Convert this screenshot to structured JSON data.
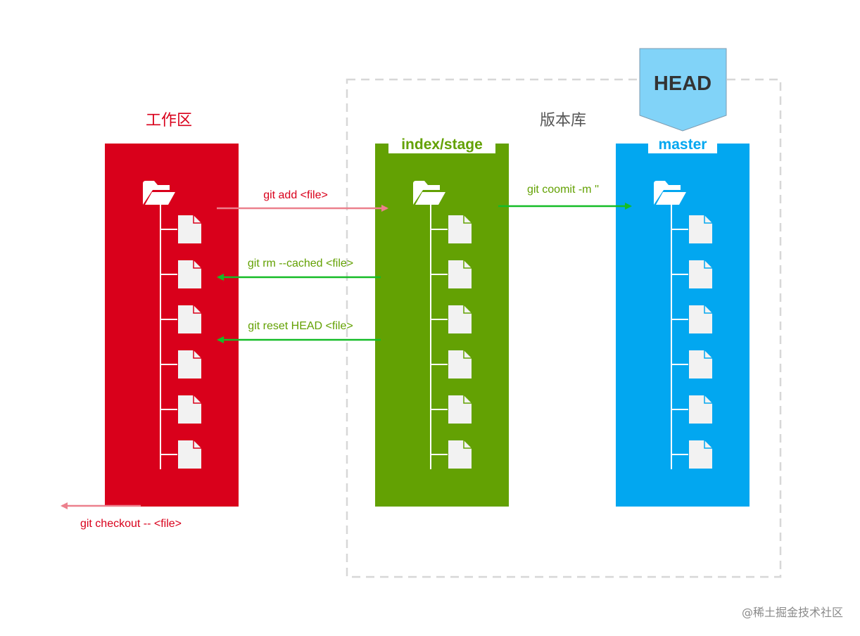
{
  "workspace": {
    "title": "工作区",
    "color": "#d9001b"
  },
  "repository": {
    "title": "版本库",
    "head_label": "HEAD",
    "head_color": "#81d3f8"
  },
  "stage": {
    "title": "index/stage",
    "color": "#63a103"
  },
  "master": {
    "title": "master",
    "color": "#02a7f0"
  },
  "commands": {
    "add": "git add <file>",
    "commit": "git coomit -m ''",
    "rm_cached": "git rm --cached <file>",
    "reset_head": "git reset HEAD <file>",
    "checkout": "git checkout -- <file>"
  },
  "colors": {
    "arrow_pink": "#ec808d",
    "arrow_green": "#15bc27",
    "text_red": "#d9001b",
    "text_green": "#63a103",
    "file_fill": "#f2f2f2"
  },
  "watermark": "@稀土掘金技术社区"
}
